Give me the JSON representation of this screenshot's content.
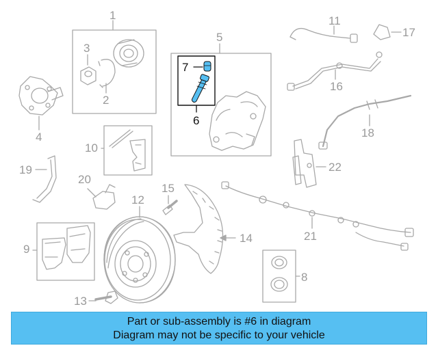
{
  "callouts": {
    "n1": "1",
    "n2": "2",
    "n3": "3",
    "n4": "4",
    "n5": "5",
    "n6": "6",
    "n7": "7",
    "n8": "8",
    "n9": "9",
    "n10": "10",
    "n11": "11",
    "n12": "12",
    "n13": "13",
    "n14": "14",
    "n15": "15",
    "n16": "16",
    "n17": "17",
    "n18": "18",
    "n19": "19",
    "n20": "20",
    "n21": "21",
    "n22": "22"
  },
  "highlighted_part": "6",
  "banner": {
    "line1": "Part or sub-assembly is #6 in diagram",
    "line2": "Diagram may not be specific to your vehicle"
  },
  "colors": {
    "line_gray": "#a8a8a8",
    "highlight_blue": "#56bff2",
    "banner_bg": "#56bff2"
  }
}
